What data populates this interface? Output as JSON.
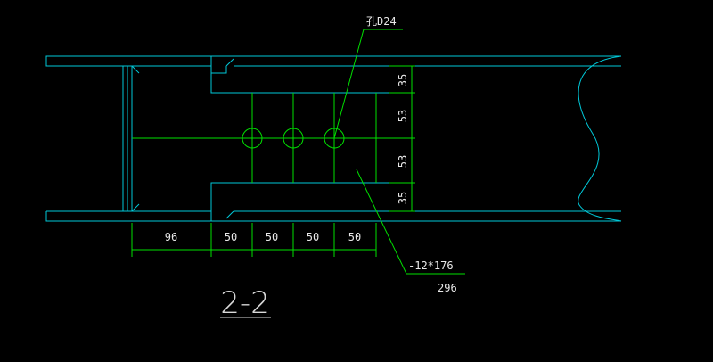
{
  "drawing": {
    "title": "2-2",
    "hole_label": "孔D24",
    "plate_label": "-12*176",
    "plate_sub_label": "296",
    "bottom_dimensions": [
      "96",
      "50",
      "50",
      "50",
      "50"
    ],
    "vertical_dimensions": [
      "35",
      "53",
      "53",
      "35"
    ],
    "colors": {
      "background": "#000000",
      "outline": "#00c8d8",
      "dimension": "#00e000",
      "text": "#e8e8e8",
      "title": "#d8d8d8"
    }
  }
}
